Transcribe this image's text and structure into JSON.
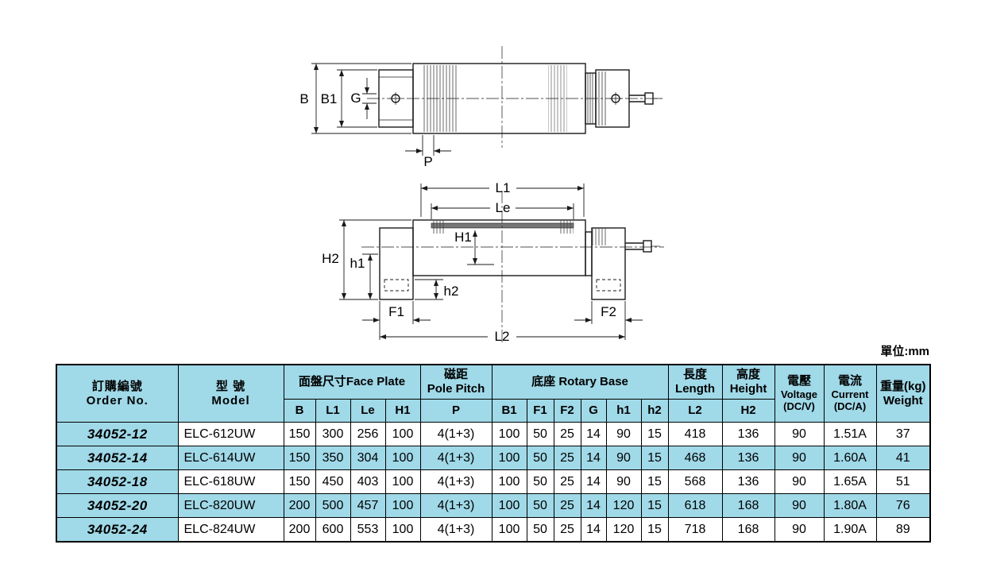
{
  "page": {
    "unit_note": "單位:mm"
  },
  "diagram": {
    "labels": {
      "B": "B",
      "B1": "B1",
      "G": "G",
      "P": "P",
      "L1": "L1",
      "Le": "Le",
      "H1": "H1",
      "H2": "H2",
      "h1": "h1",
      "h2": "h2",
      "F1": "F1",
      "F2": "F2",
      "L2": "L2"
    }
  },
  "table": {
    "colors": {
      "header_bg": "#a0d9e8",
      "alt_row_bg": "#a0d9e8",
      "border": "#000000"
    },
    "headers": {
      "order_no_zh": "訂購編號",
      "order_no_en": "Order No.",
      "model_zh": "型 號",
      "model_en": "Model",
      "face_plate_group": "面盤尺寸Face Plate",
      "pole_pitch_zh": "磁距",
      "pole_pitch_en": "Pole Pitch",
      "rotary_base_group": "底座 Rotary Base",
      "length_zh": "長度",
      "length_en": "Length",
      "height_zh": "高度",
      "height_en": "Height",
      "voltage_zh": "電壓",
      "voltage_en": "Voltage",
      "voltage_unit": "(DC/V)",
      "current_zh": "電流",
      "current_en": "Current",
      "current_unit": "(DC/A)",
      "weight_zh": "重量(kg)",
      "weight_en": "Weight"
    },
    "sub_headers": [
      "B",
      "L1",
      "Le",
      "H1",
      "P",
      "B1",
      "F1",
      "F2",
      "G",
      "h1",
      "h2",
      "L2",
      "H2"
    ],
    "rows": [
      {
        "order_no": "34052-12",
        "model": "ELC-612UW",
        "values": [
          "150",
          "300",
          "256",
          "100",
          "4(1+3)",
          "100",
          "50",
          "25",
          "14",
          "90",
          "15",
          "418",
          "136",
          "90",
          "1.51A",
          "37"
        ]
      },
      {
        "order_no": "34052-14",
        "model": "ELC-614UW",
        "values": [
          "150",
          "350",
          "304",
          "100",
          "4(1+3)",
          "100",
          "50",
          "25",
          "14",
          "90",
          "15",
          "468",
          "136",
          "90",
          "1.60A",
          "41"
        ]
      },
      {
        "order_no": "34052-18",
        "model": "ELC-618UW",
        "values": [
          "150",
          "450",
          "403",
          "100",
          "4(1+3)",
          "100",
          "50",
          "25",
          "14",
          "90",
          "15",
          "568",
          "136",
          "90",
          "1.65A",
          "51"
        ]
      },
      {
        "order_no": "34052-20",
        "model": "ELC-820UW",
        "values": [
          "200",
          "500",
          "457",
          "100",
          "4(1+3)",
          "100",
          "50",
          "25",
          "14",
          "120",
          "15",
          "618",
          "168",
          "90",
          "1.80A",
          "76"
        ]
      },
      {
        "order_no": "34052-24",
        "model": "ELC-824UW",
        "values": [
          "200",
          "600",
          "553",
          "100",
          "4(1+3)",
          "100",
          "50",
          "25",
          "14",
          "120",
          "15",
          "718",
          "168",
          "90",
          "1.90A",
          "89"
        ]
      }
    ]
  }
}
